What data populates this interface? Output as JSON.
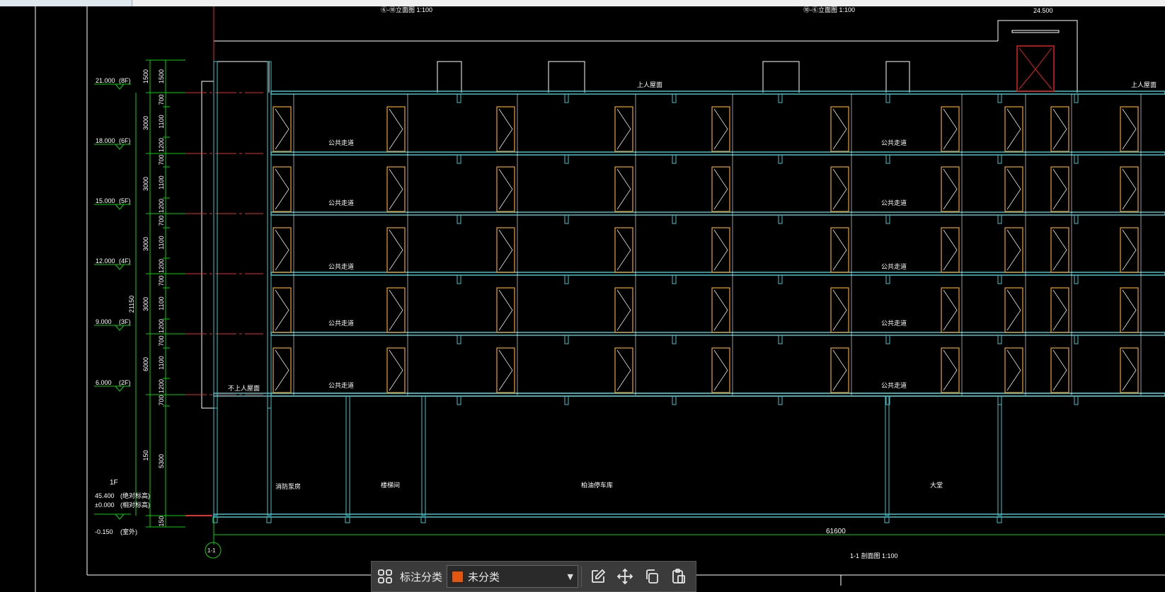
{
  "drawing": {
    "top_title_1": "⑥-⑩立面图  1:100",
    "top_title_2": "⑩-⑥立面图  1:100",
    "top_elev": "24.500",
    "roof_labels": [
      "上人屋面",
      "上人屋面",
      "不上人屋面"
    ],
    "corridor_label": "公共走道",
    "rooms": [
      "消防泵房",
      "楼梯间",
      "柏油停车库",
      "大堂"
    ],
    "floors": [
      {
        "elev": "21.000",
        "tag": "(8F)"
      },
      {
        "elev": "18.000",
        "tag": "(6F)"
      },
      {
        "elev": "15.000",
        "tag": "(5F)"
      },
      {
        "elev": "12.000",
        "tag": "(4F)"
      },
      {
        "elev": "9.000",
        "tag": "(3F)"
      },
      {
        "elev": "6.000",
        "tag": "(2F)"
      }
    ],
    "ground": {
      "floor": "1F",
      "abs": "45.400",
      "abs_note": "(绝对标高)",
      "rel": "±0.000",
      "rel_note": "(相对标高)",
      "low": "-0.150",
      "low_note": "(室外)"
    },
    "dims_outer": [
      "1500",
      "3000",
      "3000",
      "3000",
      "3000",
      "6000",
      "150"
    ],
    "dims_inner": [
      "1500",
      "700",
      "1100",
      "1200",
      "700",
      "1100",
      "1200",
      "700",
      "1100",
      "1200",
      "700",
      "1100",
      "1200",
      "700",
      "1100",
      "1200",
      "700",
      "5300",
      "150"
    ],
    "dim_total": "21150",
    "width_total": "61600",
    "axis_bubble": "1-1",
    "section_title": "1-1 剖面图 1:100"
  },
  "colors": {
    "slab": "#46c2c8",
    "door": "#f0a020",
    "dim": "#00d200",
    "axis_red": "#e03030",
    "white": "#ffffff",
    "red_door": "#e02020"
  },
  "toolbar": {
    "grid_icon": "grid-icon",
    "label": "标注分类",
    "selected": "未分类",
    "swatch_color": "#e2560f",
    "edit_icon": "edit-icon",
    "move_icon": "move-icon",
    "copy_icon": "copy-icon",
    "paste_icon": "paste-icon"
  }
}
